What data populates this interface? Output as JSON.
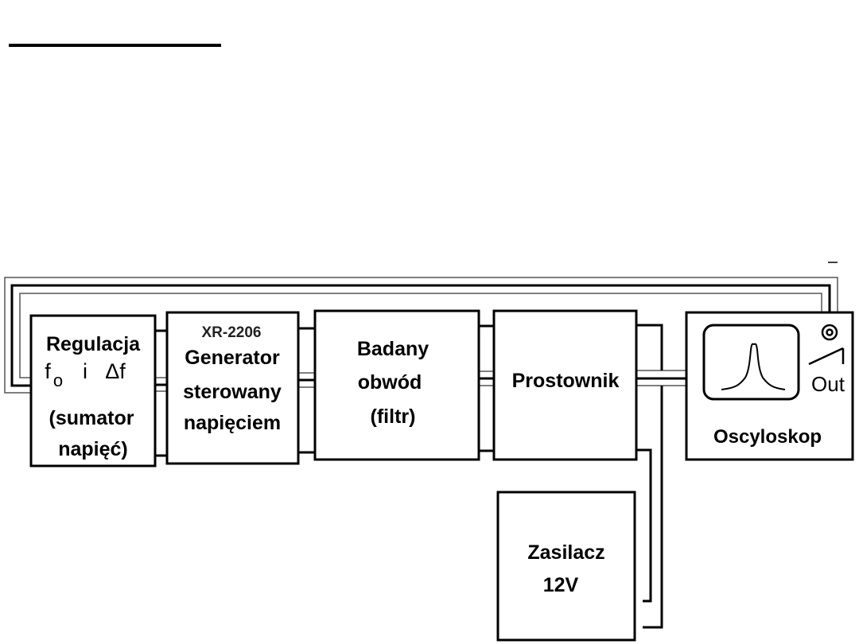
{
  "diagram": {
    "blocks": {
      "regulation": {
        "lines": [
          "Regulacja",
          "f",
          "o",
          "i",
          "Δf",
          "(sumator",
          "napięć)"
        ]
      },
      "generator": {
        "chip": "XR-2206",
        "lines": [
          "Generator",
          "sterowany",
          "napięciem"
        ]
      },
      "filter": {
        "lines": [
          "Badany",
          "obwód",
          "(filtr)"
        ]
      },
      "rectifier": {
        "lines": [
          "Prostownik"
        ]
      },
      "oscilloscope": {
        "label": "Oscyloskop",
        "output_label": "Out"
      },
      "power_supply": {
        "lines": [
          "Zasilacz",
          "12V"
        ]
      }
    },
    "icons": [
      "oscilloscope-screen-icon",
      "resonance-curve-icon",
      "coax-connector-icon",
      "switch-icon"
    ]
  }
}
